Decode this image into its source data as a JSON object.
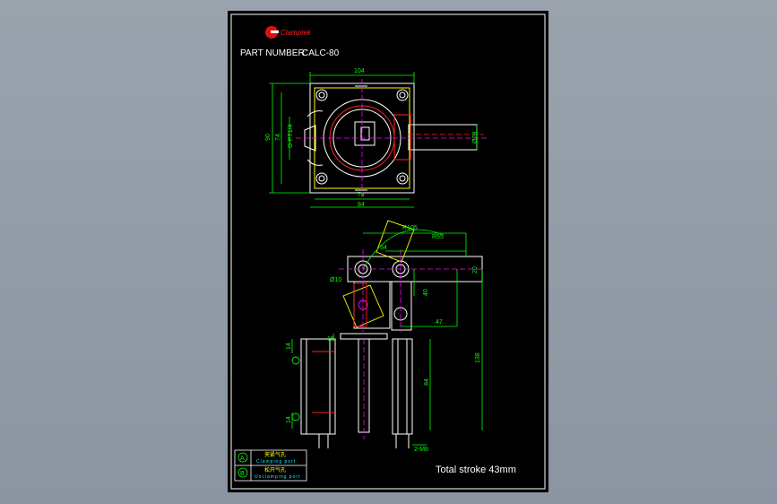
{
  "title_block": {
    "logo_text": "Clamptek",
    "part_number_label": "PART NUMBER:",
    "part_number": "CALC-80",
    "stroke_note": "Total stroke 43mm"
  },
  "dimensions": {
    "top_width": "104",
    "bore_74": "74",
    "bore_84": "84",
    "h_90": "90",
    "h_74": "74",
    "thread": "G-PT1/4",
    "rod": "Ø28",
    "r105": "R105",
    "r55": "R55",
    "a54": "54",
    "pin": "Ø10",
    "arm_20": "20",
    "d40": "40",
    "d47": "47",
    "d138": "138",
    "d84": "84",
    "d14a": "14",
    "d14b": "14",
    "d15": "15",
    "screw": "2-M8"
  },
  "legend": {
    "items": [
      {
        "mark": "A",
        "cn": "夹紧气孔",
        "en": "Clamping port"
      },
      {
        "mark": "B",
        "cn": "松开气孔",
        "en": "Unclamping port"
      }
    ]
  },
  "colors": {
    "line": "#ffffff",
    "dim": "#00ff00",
    "red": "#ff2020",
    "center": "#ff00ff",
    "yellow": "#ffff00",
    "cyan": "#00ffff"
  }
}
